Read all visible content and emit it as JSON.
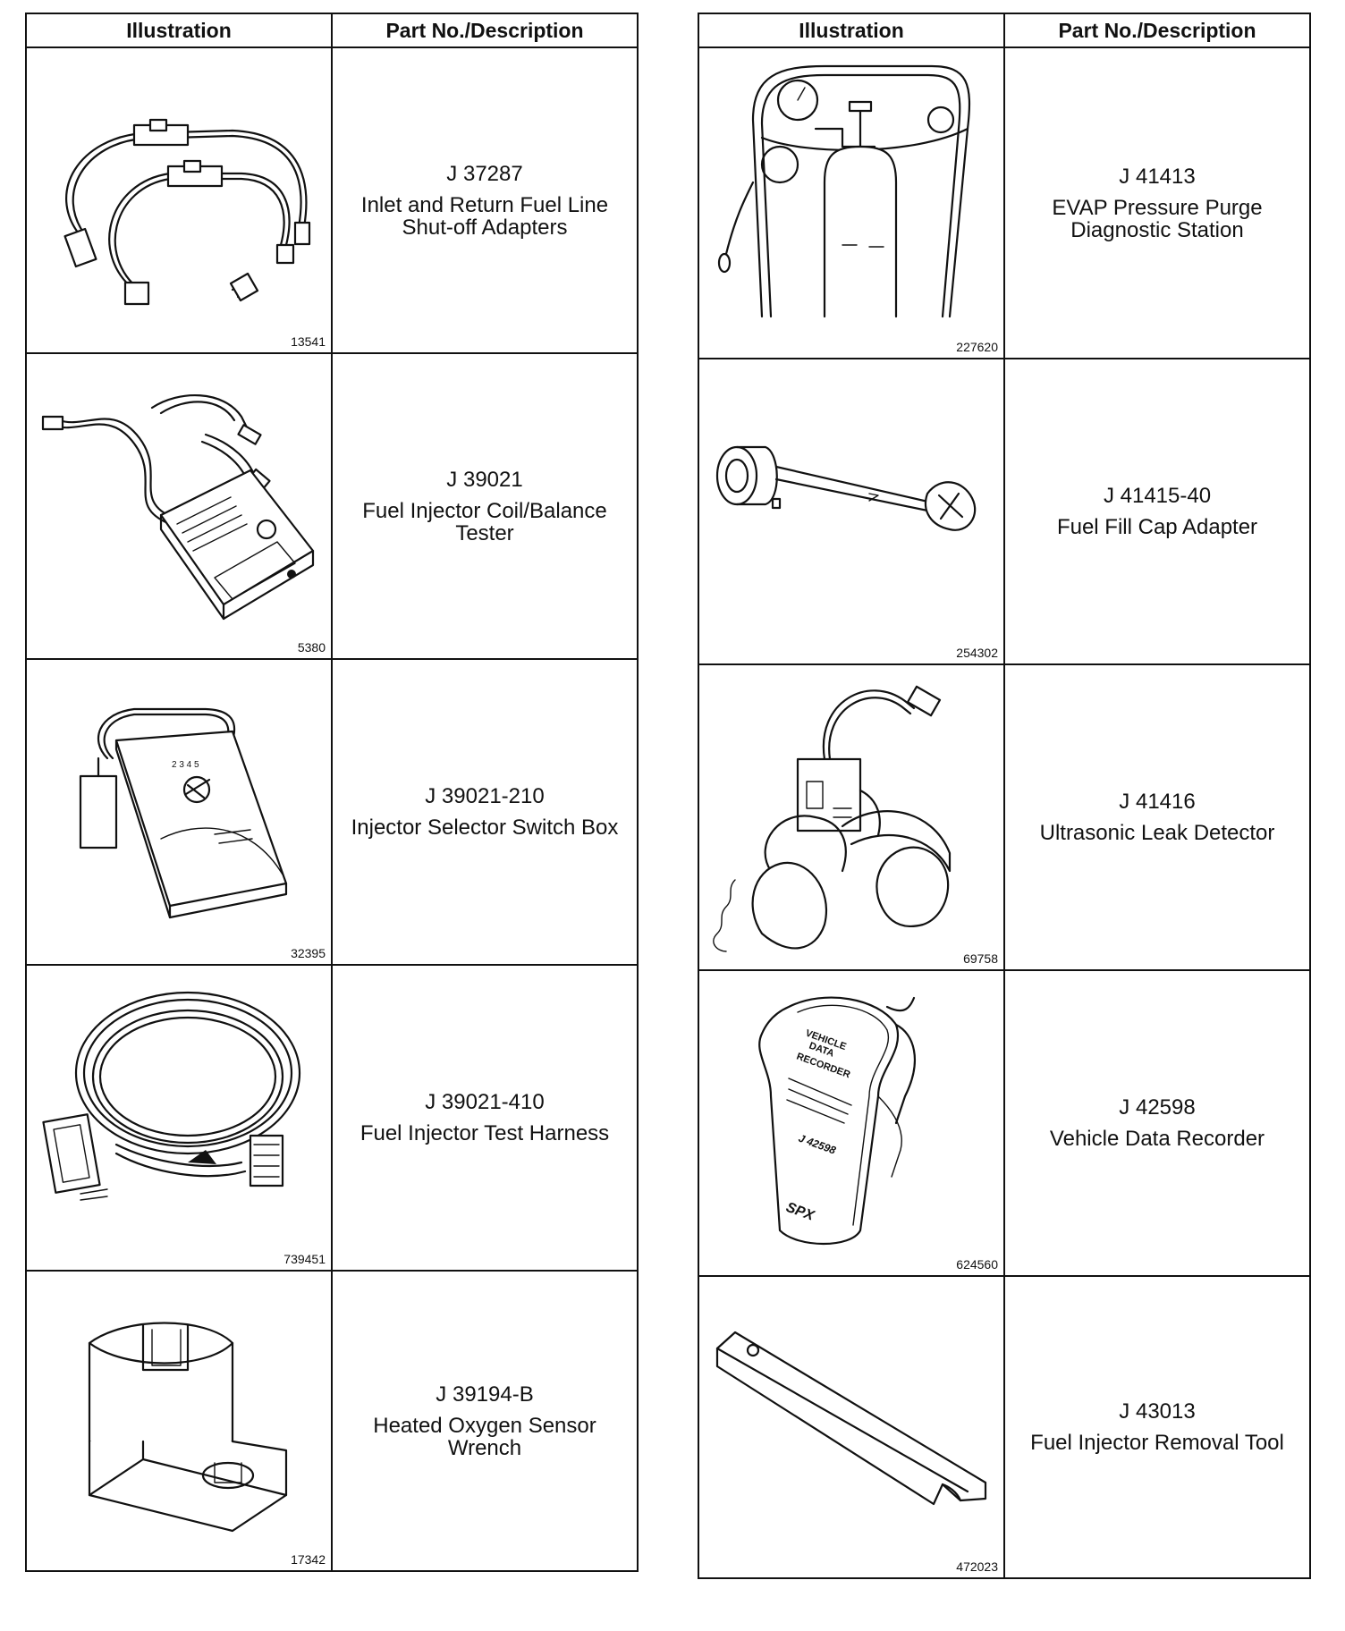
{
  "headers": {
    "illustration": "Illustration",
    "description": "Part No./Description"
  },
  "left_tools": [
    {
      "part_no": "J 37287",
      "desc1": "Inlet and Return Fuel Line",
      "desc2": "Shut-off Adapters",
      "fig": "13541",
      "icon": "fuel-line-adapters-icon"
    },
    {
      "part_no": "J 39021",
      "desc1": "Fuel Injector Coil/Balance",
      "desc2": "Tester",
      "fig": "5380",
      "icon": "injector-tester-icon"
    },
    {
      "part_no": "J 39021-210",
      "desc1": "Injector Selector Switch Box",
      "desc2": "",
      "fig": "32395",
      "icon": "selector-switch-box-icon"
    },
    {
      "part_no": "J 39021-410",
      "desc1": "Fuel Injector Test Harness",
      "desc2": "",
      "fig": "739451",
      "icon": "test-harness-icon"
    },
    {
      "part_no": "J 39194-B",
      "desc1": "Heated Oxygen Sensor",
      "desc2": "Wrench",
      "fig": "17342",
      "icon": "oxygen-sensor-wrench-icon"
    }
  ],
  "right_tools": [
    {
      "part_no": "J 41413",
      "desc1": "EVAP Pressure Purge",
      "desc2": "Diagnostic Station",
      "fig": "227620",
      "icon": "evap-station-icon"
    },
    {
      "part_no": "J 41415-40",
      "desc1": "Fuel Fill Cap Adapter",
      "desc2": "",
      "fig": "254302",
      "icon": "fill-cap-adapter-icon"
    },
    {
      "part_no": "J 41416",
      "desc1": "Ultrasonic Leak Detector",
      "desc2": "",
      "fig": "69758",
      "icon": "leak-detector-icon"
    },
    {
      "part_no": "J 42598",
      "desc1": "Vehicle Data Recorder",
      "desc2": "",
      "fig": "624560",
      "icon": "data-recorder-icon",
      "device_label_1": "VEHICLE",
      "device_label_2": "DATA",
      "device_label_3": "RECORDER",
      "device_model": "J 42598",
      "device_brand": "SPX"
    },
    {
      "part_no": "J 43013",
      "desc1": "Fuel Injector Removal Tool",
      "desc2": "",
      "fig": "472023",
      "icon": "injector-removal-tool-icon"
    }
  ]
}
